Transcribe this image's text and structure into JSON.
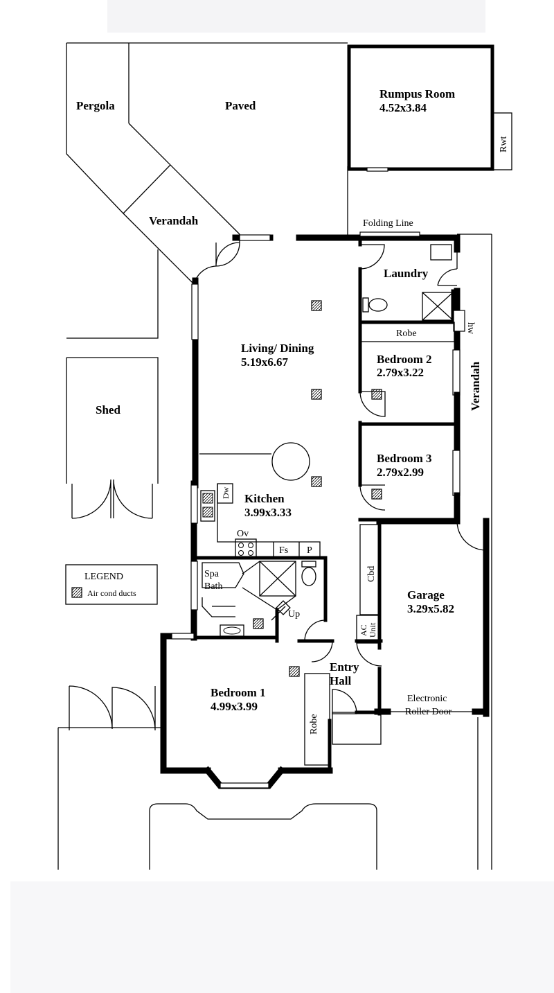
{
  "rooms": {
    "pergola": "Pergola",
    "paved": "Paved",
    "rumpus_name": "Rumpus Room",
    "rumpus_dims": "4.52x3.84",
    "rwt": "Rwt",
    "verandah_rear": "Verandah",
    "folding_line": "Folding Line",
    "laundry": "Laundry",
    "living_name": "Living/ Dining",
    "living_dims": "5.19x6.67",
    "robe_bed2": "Robe",
    "bed2_name": "Bedroom 2",
    "bed2_dims": "2.79x3.22",
    "verandah_side": "Verandah",
    "shed": "Shed",
    "bed3_name": "Bedroom 3",
    "bed3_dims": "2.79x2.99",
    "dw": "Dw",
    "kitchen_name": "Kitchen",
    "kitchen_dims": "3.99x3.33",
    "ov": "Ov",
    "fs": "Fs",
    "p": "P",
    "cbd": "Cbd",
    "garage_name": "Garage",
    "garage_dims": "3.29x5.82",
    "spa1": "Spa",
    "spa2": "Bath",
    "up": "Up",
    "ac1": "AC",
    "ac2": "Unit",
    "entry1": "Entry",
    "entry2": "Hall",
    "bed1_name": "Bedroom 1",
    "bed1_dims": "4.99x3.99",
    "robe_bed1": "Robe",
    "door1": "Electronic",
    "door2": "Roller Door",
    "hw": "hw"
  },
  "legend": {
    "title": "LEGEND",
    "item": "Air cond ducts"
  }
}
